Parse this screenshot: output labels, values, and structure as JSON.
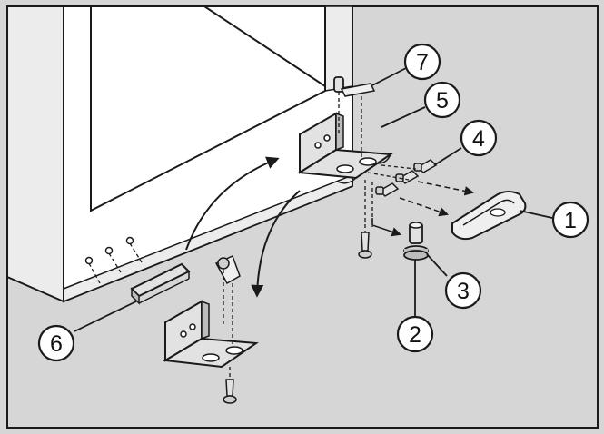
{
  "colors": {
    "background": "#d6d6d6",
    "cabinet_side": "#ececec",
    "door": "#ffffff",
    "line": "#1a1a1a",
    "metal": "#e2e2e2",
    "metal_dark": "#8a8a8a",
    "callout_fill": "#ffffff"
  },
  "callouts": [
    {
      "id": "1",
      "label": "1"
    },
    {
      "id": "2",
      "label": "2"
    },
    {
      "id": "3",
      "label": "3"
    },
    {
      "id": "4",
      "label": "4"
    },
    {
      "id": "5",
      "label": "5"
    },
    {
      "id": "6",
      "label": "6"
    },
    {
      "id": "7",
      "label": "7"
    }
  ]
}
